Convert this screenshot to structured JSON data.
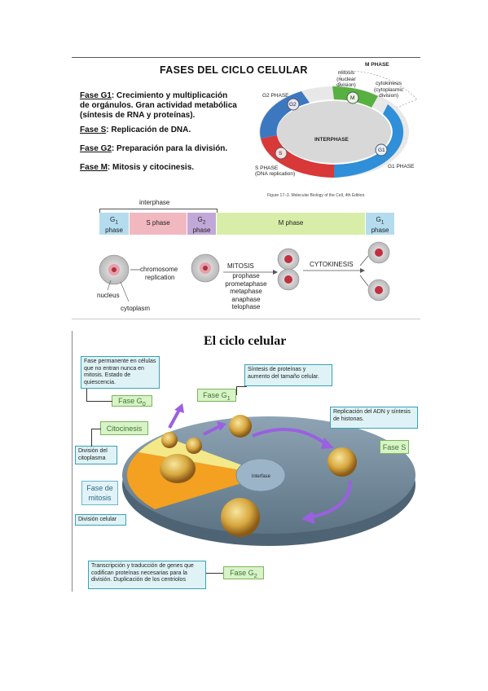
{
  "top": {
    "title": "FASES DEL CICLO CELULAR",
    "phases": [
      {
        "name": "Fase G1",
        "desc": ": Crecimiento y multiplicación"
      },
      {
        "name": "",
        "desc": "de orgánulos. Gran actividad metabólica"
      },
      {
        "name": "",
        "desc": "(síntesis de RNA y proteínas)."
      },
      {
        "name": "Fase S",
        "desc": ": Replicación de DNA."
      },
      {
        "name": "Fase G2",
        "desc": ": Preparación para la división."
      },
      {
        "name": "Fase M",
        "desc": ": Mitosis y citocinesis."
      }
    ]
  },
  "cycle": {
    "m_phase": "M PHASE",
    "mitosis": [
      "mitosis",
      "(nuclear",
      "division)"
    ],
    "cytokinesis": [
      "cytokinesis",
      "(cytoplasmic",
      "division)"
    ],
    "g2_phase": "G2 PHASE",
    "g2_badge": "G2",
    "m_badge": "M",
    "interphase": "INTERPHASE",
    "g1_badge": "G1",
    "s_badge": "S",
    "g1_phase": "G1 PHASE",
    "s_phase": [
      "S PHASE",
      "(DNA replication)"
    ],
    "caption": "Figure 17–3. Molecular Biology of the Cell, 4th Edition."
  },
  "timeline": {
    "interphase": "interphase",
    "segments": [
      {
        "label": "G1 phase",
        "color": "#b4dcef"
      },
      {
        "label": "S phase",
        "color": "#f2b8c0"
      },
      {
        "label": "G2 phase",
        "color": "#c2a8d8"
      },
      {
        "label": "M phase",
        "color": "#d8eea8"
      },
      {
        "label": "G1 phase",
        "color": "#b4dcef"
      }
    ],
    "labels": {
      "chromosome": "chromosome",
      "replication": "replication",
      "nucleus": "nucleus",
      "cytoplasm": "cytoplasm",
      "mitosis": "MITOSIS",
      "mitosis_steps": [
        "prophase",
        "prometaphase",
        "metaphase",
        "anaphase",
        "telophase"
      ],
      "cytokinesis": "CYTOKINESIS"
    }
  },
  "bottom": {
    "title": "El ciclo celular",
    "g0_text": "Fase permanente en células que no entran nunca en mitosis. Estado de quiescencia.",
    "g0_label": "Fase G0",
    "g1_text": "Síntesis de proteínas y aumento del tamaño celular.",
    "g1_label": "Fase G1",
    "s_text": "Replicación del ADN y síntesis de histonas.",
    "s_label": "Fase S",
    "citocinesis": "Citocinesis",
    "division_citoplasma": "División del citoplasma",
    "interfase": "interfase",
    "fase_mitosis": "Fase de mitosis",
    "division_celular": "División celular",
    "g2_text": "Transcripción y traducción de genes que codifican proteínas necesarias para la división. Duplicación de los centriolos",
    "g2_label": "Fase G2"
  }
}
